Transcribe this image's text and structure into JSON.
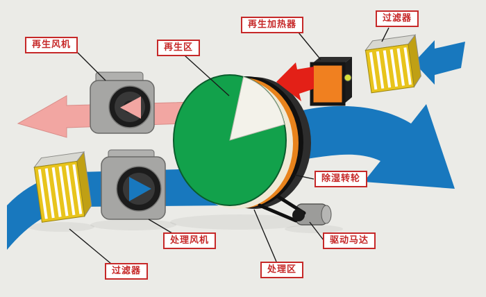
{
  "diagram": {
    "type": "rotary-desiccant-dehumidifier-schematic",
    "labels": {
      "regen_fan": "再生风机",
      "regen_zone": "再生区",
      "regen_heater": "再生加热器",
      "filter_top": "过滤器",
      "wheel": "除湿转轮",
      "motor": "驱动马达",
      "process_zone": "处理区",
      "process_fan": "处理风机",
      "filter_bottom": "过滤器"
    },
    "colors": {
      "background": "#ebebe7",
      "process_air_blue": "#1878be",
      "regen_exhaust_pink": "#f2a6a2",
      "hot_air_red": "#e32017",
      "wheel_green": "#12a14b",
      "wheel_rim_cream": "#efe9d6",
      "wheel_heated_rim_orange": "#e8831c",
      "heater_orange": "#f08020",
      "filter_yellow": "#e8c41c",
      "machine_gray": "#a6a6a4",
      "label_red": "#c62828"
    }
  }
}
